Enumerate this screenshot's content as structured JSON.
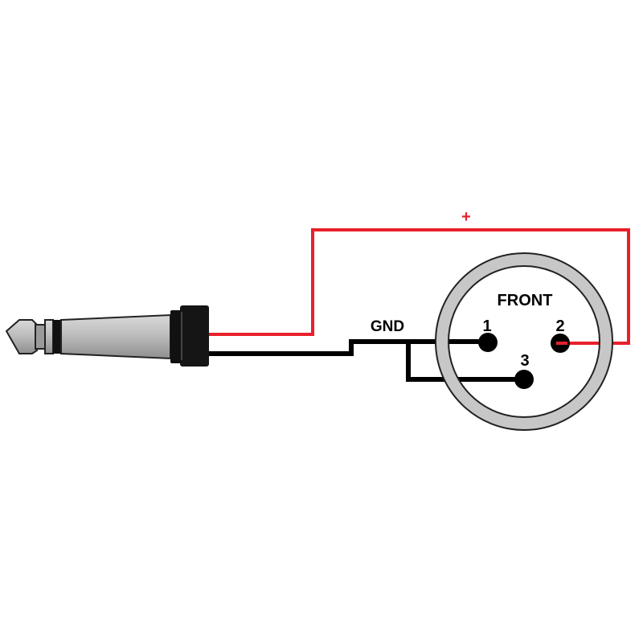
{
  "diagram": {
    "plus_label": "+",
    "gnd_label": "GND",
    "front_label": "FRONT",
    "pins": [
      {
        "label": "1"
      },
      {
        "label": "2"
      },
      {
        "label": "3"
      }
    ]
  },
  "colors": {
    "positive_wire": "#e8202a",
    "ground_wire": "#000000",
    "connector_ring": "#c7c7c7",
    "plug_metal": "#a6a6a6",
    "background": "#ffffff"
  }
}
